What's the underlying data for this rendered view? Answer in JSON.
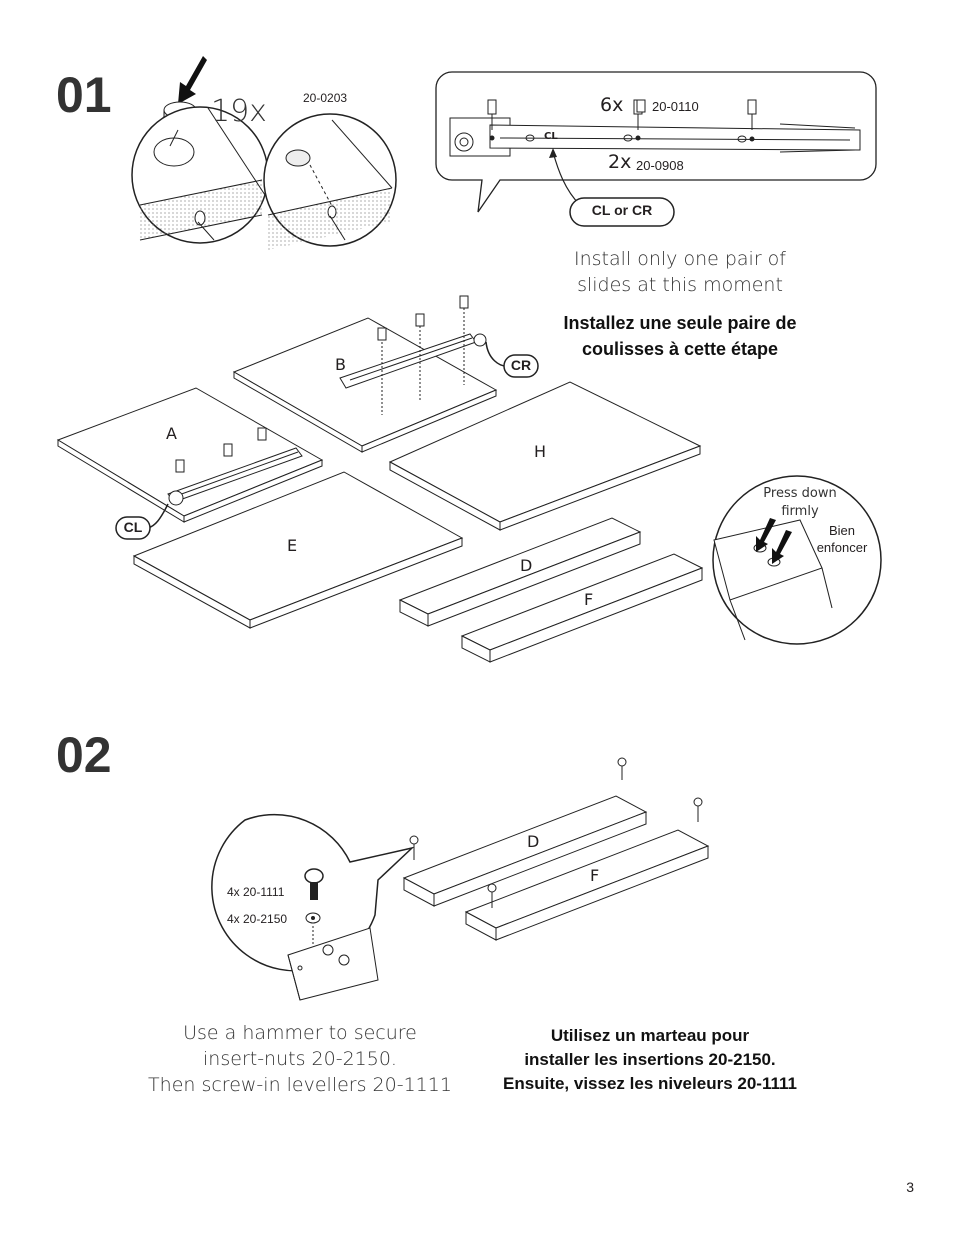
{
  "step1": {
    "number": "01",
    "cam_qty": "19x",
    "cam_part": "20-0203",
    "screws_qty": "6x",
    "screws_part": "20-0110",
    "slide_label": "CL",
    "slides_qty": "2x",
    "slides_part": "20-0908",
    "slide_choice": "CL or CR",
    "note_en_line1": "Install only one pair of",
    "note_en_line2": "slides at this moment",
    "note_fr_line1": "Installez une seule paire de",
    "note_fr_line2": "coulisses à cette étape",
    "panels": {
      "a": "A",
      "b": "B",
      "e": "E",
      "h": "H",
      "d": "D",
      "f": "F"
    },
    "cr_tag": "CR",
    "cl_tag": "CL",
    "press_en_line1": "Press down",
    "press_en_line2": "firmly",
    "press_fr_line1": "Bien",
    "press_fr_line2": "enfoncer"
  },
  "step2": {
    "number": "02",
    "levellers": "4x  20-1111",
    "nuts": "4x  20-2150",
    "panels": {
      "d": "D",
      "f": "F"
    },
    "note_en_line1": "Use a hammer to secure",
    "note_en_line2": "insert-nuts 20-2150.",
    "note_en_line3": "Then screw-in levellers 20-1111",
    "note_fr_line1": "Utilisez un marteau pour",
    "note_fr_line2": "installer les insertions 20-2150.",
    "note_fr_line3": "Ensuite, vissez les niveleurs 20-1111"
  },
  "page_number": "3"
}
